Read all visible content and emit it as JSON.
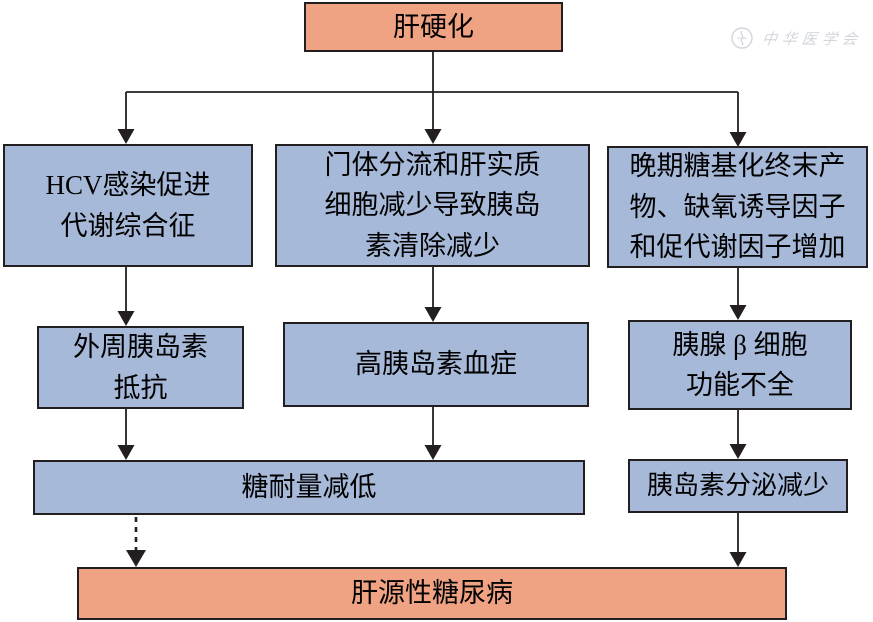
{
  "watermark": {
    "text": "中华医学会",
    "icon": "cma-emblem"
  },
  "colors": {
    "cause_fill": "#a7b9d8",
    "endpoint_fill": "#f0a383",
    "border": "#231f20",
    "line": "#231f20"
  },
  "nodes": {
    "root": {
      "lines": [
        "肝硬化"
      ]
    },
    "cause_hcv": {
      "lines": [
        "HCV感染促进",
        "代谢综合征"
      ]
    },
    "cause_shunt": {
      "lines": [
        "门体分流和肝实质",
        "细胞减少导致胰岛",
        "素清除减少"
      ]
    },
    "cause_age": {
      "lines": [
        "晚期糖基化终末产",
        "物、缺氧诱导因子",
        "和促代谢因子增加"
      ]
    },
    "mid_peripheral_resistance": {
      "lines": [
        "外周胰岛素",
        "抵抗"
      ]
    },
    "mid_hyperinsulinemia": {
      "lines": [
        "高胰岛素血症"
      ]
    },
    "mid_beta_cell": {
      "lines": [
        "胰腺 β 细胞",
        "功能不全"
      ]
    },
    "impaired_glucose_tolerance": {
      "lines": [
        "糖耐量减低"
      ]
    },
    "reduced_insulin_secretion": {
      "lines": [
        "胰岛素分泌减少"
      ]
    },
    "final": {
      "lines": [
        "肝源性糖尿病"
      ]
    }
  }
}
